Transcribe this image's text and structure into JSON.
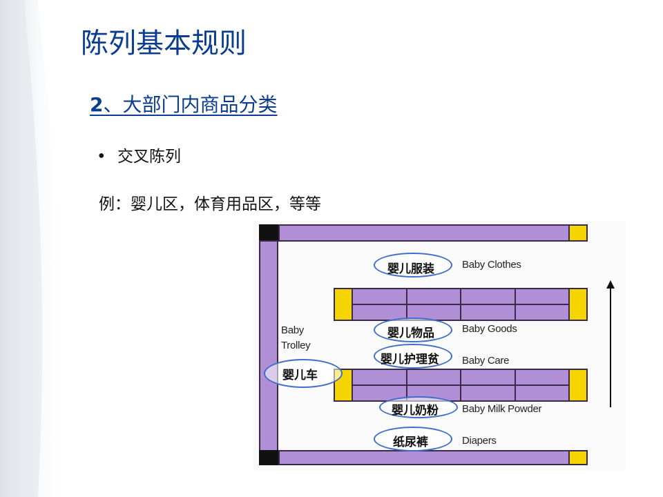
{
  "slide": {
    "title": "陈列基本规则",
    "section": {
      "number": "2",
      "text": "、大部门内商品分类"
    },
    "bullet": {
      "symbol": "•",
      "text": "交叉陈列"
    },
    "example": "例：婴儿区，体育用品区，等等"
  },
  "diagram": {
    "trolley_label_en": [
      "Baby",
      "Trolley"
    ],
    "trolley_label_zh": "婴儿车",
    "sections": [
      {
        "zh": "婴儿服装",
        "en": "Baby Clothes"
      },
      {
        "zh": "婴儿物品",
        "en": "Baby Goods"
      },
      {
        "zh": "婴儿护理贫",
        "en": "Baby Care"
      },
      {
        "zh": "婴儿奶粉",
        "en": "Baby Milk Powder"
      },
      {
        "zh": "纸尿裤",
        "en": "Diapers"
      }
    ],
    "colors": {
      "shelf": "#b18fd6",
      "end_cap": "#f6d400",
      "highlight": "#3d6cc9",
      "title": "#0a3d91"
    }
  }
}
